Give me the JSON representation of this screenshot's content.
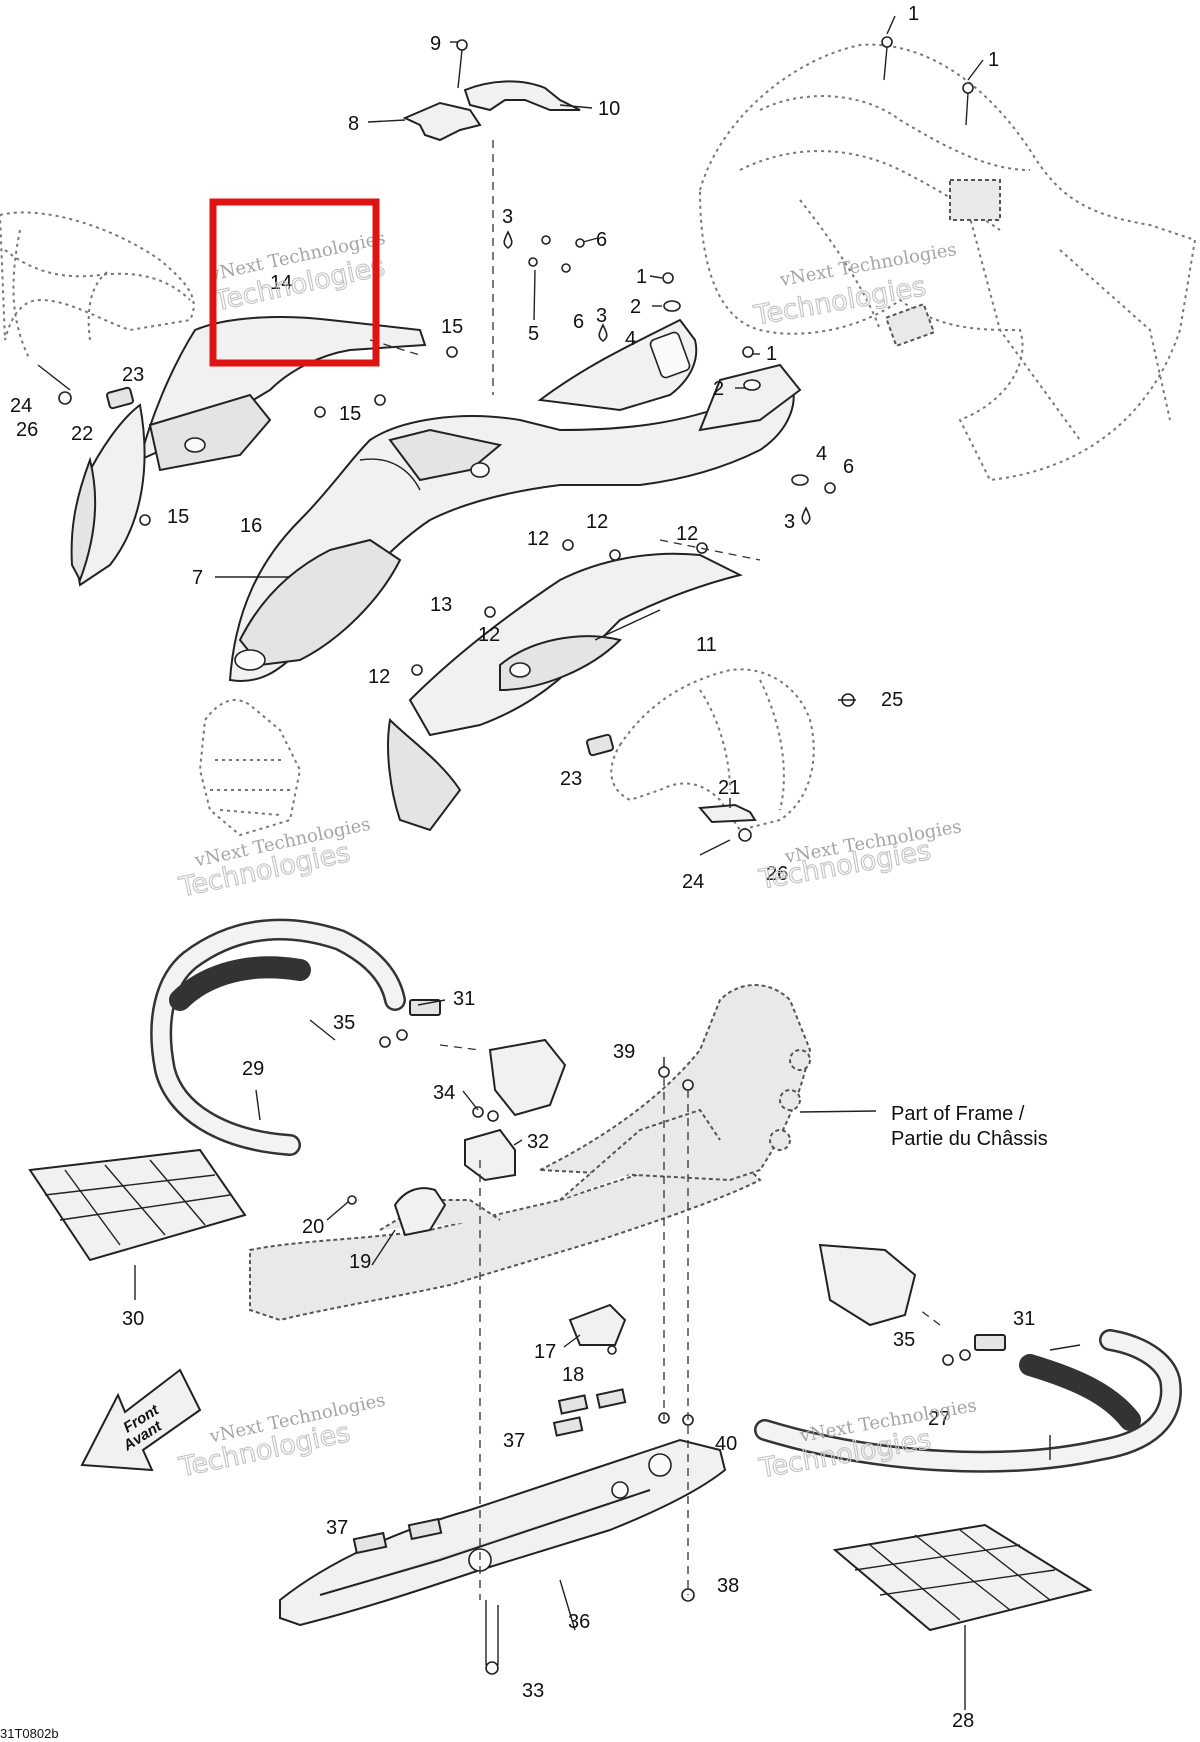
{
  "callouts": [
    {
      "id": "c1a",
      "text": "1"
    },
    {
      "id": "c1b",
      "text": "1"
    },
    {
      "id": "c1c",
      "text": "1"
    },
    {
      "id": "c1d",
      "text": "1"
    },
    {
      "id": "c2a",
      "text": "2"
    },
    {
      "id": "c2b",
      "text": "2"
    },
    {
      "id": "c3a",
      "text": "3"
    },
    {
      "id": "c3b",
      "text": "3"
    },
    {
      "id": "c3c",
      "text": "3"
    },
    {
      "id": "c4a",
      "text": "4"
    },
    {
      "id": "c4b",
      "text": "4"
    },
    {
      "id": "c5",
      "text": "5"
    },
    {
      "id": "c6a",
      "text": "6"
    },
    {
      "id": "c6b",
      "text": "6"
    },
    {
      "id": "c6c",
      "text": "6"
    },
    {
      "id": "c7",
      "text": "7"
    },
    {
      "id": "c8",
      "text": "8"
    },
    {
      "id": "c9",
      "text": "9"
    },
    {
      "id": "c10",
      "text": "10"
    },
    {
      "id": "c11",
      "text": "11"
    },
    {
      "id": "c12a",
      "text": "12"
    },
    {
      "id": "c12b",
      "text": "12"
    },
    {
      "id": "c12c",
      "text": "12"
    },
    {
      "id": "c12d",
      "text": "12"
    },
    {
      "id": "c12e",
      "text": "12"
    },
    {
      "id": "c13",
      "text": "13"
    },
    {
      "id": "c14",
      "text": "14"
    },
    {
      "id": "c15a",
      "text": "15"
    },
    {
      "id": "c15b",
      "text": "15"
    },
    {
      "id": "c15c",
      "text": "15"
    },
    {
      "id": "c16",
      "text": "16"
    },
    {
      "id": "c17",
      "text": "17"
    },
    {
      "id": "c18",
      "text": "18"
    },
    {
      "id": "c19",
      "text": "19"
    },
    {
      "id": "c20",
      "text": "20"
    },
    {
      "id": "c21",
      "text": "21"
    },
    {
      "id": "c22",
      "text": "22"
    },
    {
      "id": "c23a",
      "text": "23"
    },
    {
      "id": "c23b",
      "text": "23"
    },
    {
      "id": "c24a",
      "text": "24"
    },
    {
      "id": "c24b",
      "text": "24"
    },
    {
      "id": "c25",
      "text": "25"
    },
    {
      "id": "c26a",
      "text": "26"
    },
    {
      "id": "c26b",
      "text": "26"
    },
    {
      "id": "c27",
      "text": "27"
    },
    {
      "id": "c28",
      "text": "28"
    },
    {
      "id": "c29",
      "text": "29"
    },
    {
      "id": "c30",
      "text": "30"
    },
    {
      "id": "c31a",
      "text": "31"
    },
    {
      "id": "c31b",
      "text": "31"
    },
    {
      "id": "c32",
      "text": "32"
    },
    {
      "id": "c33",
      "text": "33"
    },
    {
      "id": "c34",
      "text": "34"
    },
    {
      "id": "c35a",
      "text": "35"
    },
    {
      "id": "c35b",
      "text": "35"
    },
    {
      "id": "c36",
      "text": "36"
    },
    {
      "id": "c37a",
      "text": "37"
    },
    {
      "id": "c37b",
      "text": "37"
    },
    {
      "id": "c38",
      "text": "38"
    },
    {
      "id": "c39",
      "text": "39"
    },
    {
      "id": "c40",
      "text": "40"
    }
  ],
  "frame_label": {
    "line1": "Part of Frame /",
    "line2": "Partie du Châssis"
  },
  "front_arrow": {
    "line1": "Front",
    "line2": "Avant"
  },
  "figure_ref": "31T0802b",
  "watermark": {
    "line1": "vNext Technologies",
    "line2": "Technologies"
  },
  "highlight": {
    "color": "#e01313",
    "target_callout": "14"
  }
}
